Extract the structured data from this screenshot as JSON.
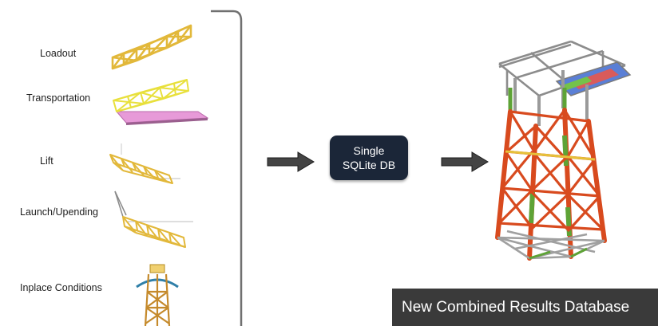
{
  "stages": [
    {
      "label": "Loadout"
    },
    {
      "label": "Transportation"
    },
    {
      "label": "Lift"
    },
    {
      "label": "Launch/Upending"
    },
    {
      "label": "Inplace Conditions"
    }
  ],
  "database": {
    "line1": "Single",
    "line2": "SQLite DB",
    "color": "#1b2638"
  },
  "banner": {
    "text": "New Combined Results Database",
    "color": "#3a3a3a"
  },
  "colors": {
    "truss": "#e2b83a",
    "barge": "#e79ad8",
    "arrow": "#444444",
    "jacket_red": "#d84a1e",
    "jacket_green": "#5ea336",
    "jacket_gray": "#9a9a9a"
  }
}
